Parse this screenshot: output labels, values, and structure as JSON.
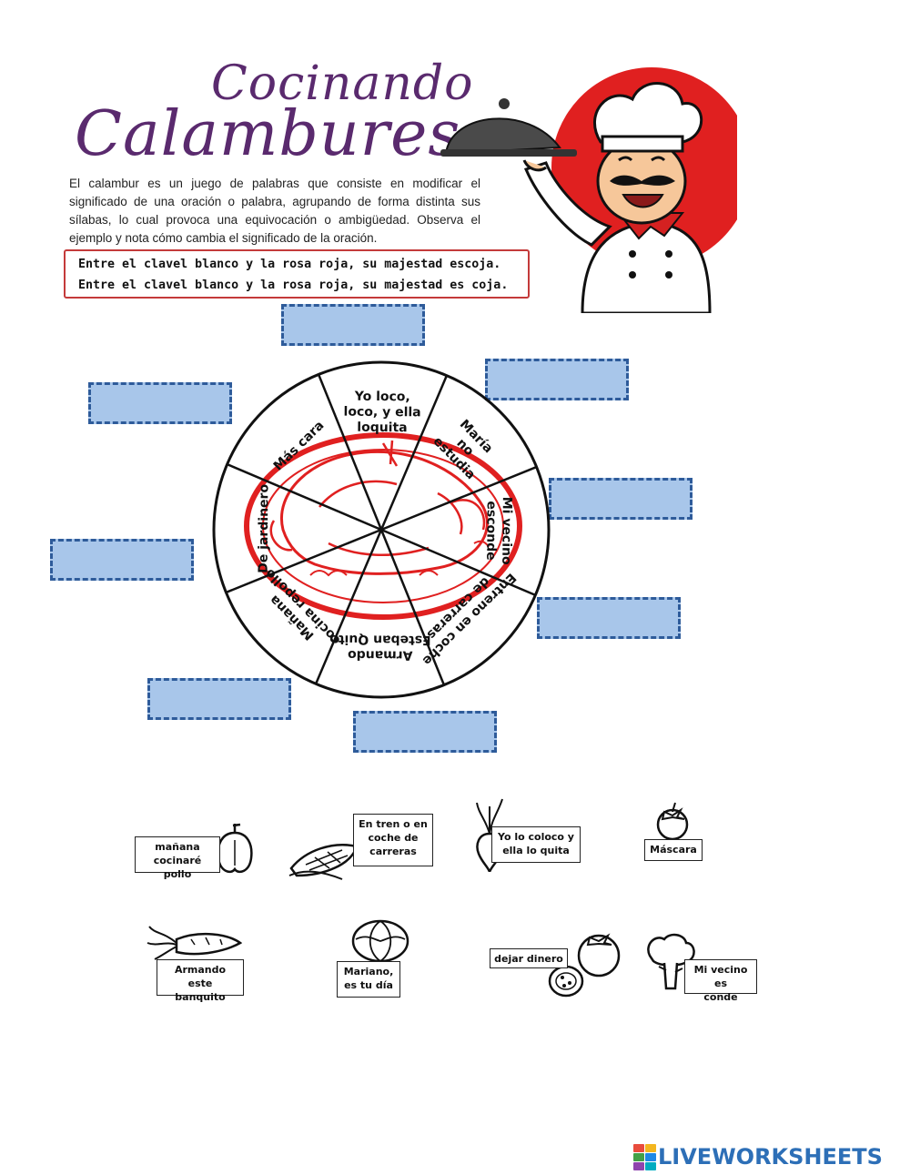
{
  "header": {
    "title_line1": "Cocinando",
    "title_line2": "Calambures"
  },
  "intro_text": "El calambur es un juego de palabras que consiste en modificar el significado de una oración o palabra, agrupando de forma distinta sus sílabas, lo cual provoca una equivocación o ambigüedad. Observa el ejemplo y nota cómo cambia el significado de la oración.",
  "example": {
    "line1": "Entre el clavel blanco y la rosa roja, su majestad escoja.",
    "line2": "Entre el clavel blanco y la rosa roja, su majestad es coja."
  },
  "wheel": {
    "segments": [
      {
        "label": "Yo loco,\nloco, y ella\nloquita"
      },
      {
        "label": "María\nno\nestudia"
      },
      {
        "label": "Mi vecino\nesconde"
      },
      {
        "label": "Entreno en coche\nde carreras"
      },
      {
        "label": "Armando\nEsteban Quito"
      },
      {
        "label": "Mañana\ncocina repollo"
      },
      {
        "label": "De jardinero"
      },
      {
        "label": "Más cara"
      }
    ]
  },
  "drop_zones": [
    {
      "value": ""
    },
    {
      "value": ""
    },
    {
      "value": ""
    },
    {
      "value": ""
    },
    {
      "value": ""
    },
    {
      "value": ""
    },
    {
      "value": ""
    },
    {
      "value": ""
    }
  ],
  "cards": {
    "pepper": "mañana\ncocinaré pollo",
    "corn": "En tren o en\ncoche de\ncarreras",
    "beet": "Yo lo coloco y\nella lo quita",
    "tomato": "Máscara",
    "carrot": "Armando este\nbanquito",
    "cabbage": "Mariano,\nes tu día",
    "tomato_slice": "dejar dinero",
    "broccoli": "Mi vecino es\nconde"
  },
  "logo": {
    "text": "LIVEWORKSHEETS",
    "colors": [
      "#e94c3d",
      "#f3b61f",
      "#43a047",
      "#1e88e5",
      "#8e44ad",
      "#00acc1"
    ]
  },
  "colors": {
    "title": "#5a2a6e",
    "plate_red": "#e02020",
    "box_border": "#c43a3a",
    "drop_fill": "#a8c6ea",
    "drop_border": "#2e5b9a",
    "logo_blue": "#2d6fb7"
  }
}
